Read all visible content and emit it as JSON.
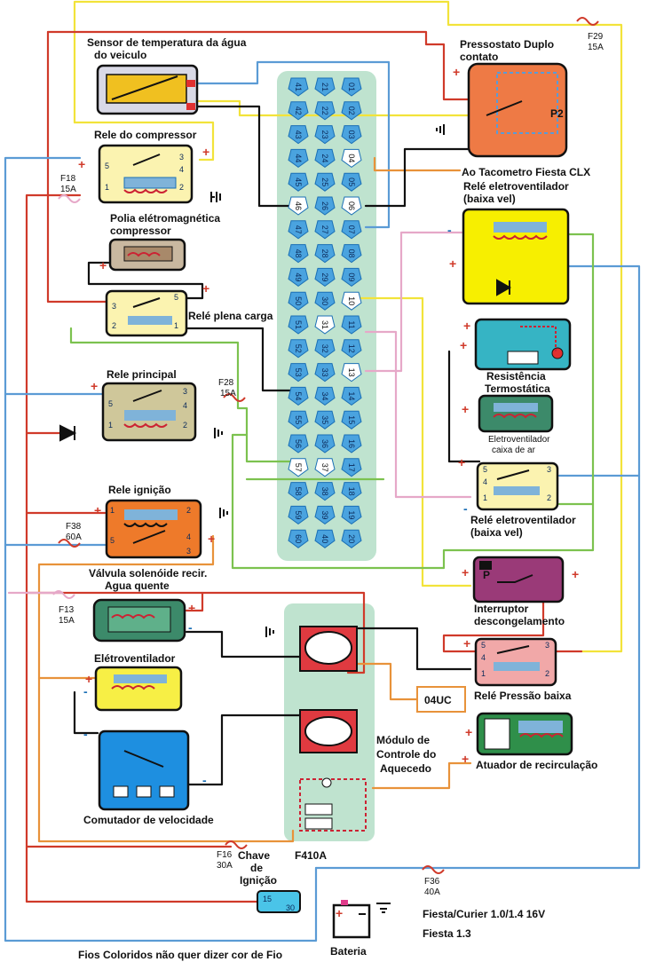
{
  "labels": {
    "sensor_temp": "Sensor de temperatura da água",
    "sensor_temp_2": "do veiculo",
    "rele_compressor": "Rele do compressor",
    "polia": "Polia elétromagnética",
    "polia_2": "compressor",
    "rele_plena": "Relé plena carga",
    "rele_principal": "Rele principal",
    "rele_ignicao": "Rele ignição",
    "valvula": "Válvula solenóide recir.",
    "valvula_2": "Agua quente",
    "eletroventilador": "Elétroventilador",
    "comutador": "Comutador de velocidade",
    "pressostato": "Pressostato Duplo",
    "pressostato_2": "contato",
    "tacometro": "Ao Tacometro Fiesta CLX",
    "rele_eletro_top": "Relé eletroventilador",
    "rele_eletro_top_2": "(baixa vel)",
    "resistencia": "Resistência",
    "resistencia_2": "Termostática",
    "eletro_caixa": "Eletroventilador",
    "eletro_caixa_2": "caixa de ar",
    "rele_eletro_bottom": "Relé eletroventilador",
    "rele_eletro_bottom_2": "(baixa vel)",
    "interruptor": "Interruptor",
    "interruptor_2": "descongelamento",
    "rele_pressao": "Relé Pressão baixa",
    "atuador": "Atuador de recirculação",
    "modulo": "Módulo de",
    "modulo_2": "Controle do",
    "modulo_3": "Aquecedo",
    "code_04uc": "04UC",
    "chave": "Chave",
    "chave_2": "de",
    "chave_3": "Ignição",
    "bateria": "Bateria",
    "model": "Fiesta/Curier 1.0/1.4 16V",
    "model_2": "Fiesta 1.3",
    "footer": "Fios Coloridos não quer dizer cor de Fio",
    "p2": "P2",
    "p_label": "P"
  },
  "fuses": {
    "f29": "F29",
    "f29_a": "15A",
    "f18": "F18",
    "f18_a": "15A",
    "f28": "F28",
    "f28_a": "15A",
    "f38": "F38",
    "f38_a": "60A",
    "f13": "F13",
    "f13_a": "15A",
    "f16": "F16",
    "f16_a": "30A",
    "f410a": "F410A",
    "f36": "F36",
    "f36_a": "40A"
  },
  "connector": {
    "col_left": [
      "41",
      "42",
      "43",
      "44",
      "45",
      "46",
      "47",
      "48",
      "49",
      "50",
      "51",
      "52",
      "53",
      "54",
      "55",
      "56",
      "57",
      "58",
      "59",
      "60"
    ],
    "col_mid": [
      "21",
      "22",
      "23",
      "24",
      "25",
      "26",
      "27",
      "28",
      "29",
      "30",
      "31",
      "32",
      "33",
      "34",
      "35",
      "36",
      "37",
      "38",
      "39",
      "40"
    ],
    "col_right": [
      "01",
      "02",
      "03",
      "04",
      "05",
      "06",
      "07",
      "08",
      "09",
      "10",
      "11",
      "12",
      "13",
      "14",
      "15",
      "16",
      "17",
      "18",
      "19",
      "20"
    ],
    "highlight_left": [
      "46",
      "57"
    ],
    "highlight_mid": [
      "31",
      "37"
    ],
    "highlight_right": [
      "04",
      "06",
      "10",
      "13"
    ]
  },
  "relay_pins": {
    "compressor": [
      "5",
      "3",
      "4",
      "1",
      "2"
    ],
    "plena": [
      "3",
      "5",
      "2",
      "1"
    ],
    "principal": [
      "5",
      "3",
      "4",
      "1",
      "2"
    ],
    "ignicao": [
      "1",
      "2",
      "5",
      "4",
      "3"
    ],
    "eletro_bottom": [
      "5",
      "3",
      "4",
      "1",
      "2"
    ],
    "pressao": [
      "5",
      "3",
      "4",
      "1",
      "2"
    ]
  },
  "switch_pins": [
    "15",
    "30"
  ],
  "colors": {
    "red": "#d03a2a",
    "blue": "#5b9bd5",
    "yellow": "#f2e33a",
    "green": "#7cc24f",
    "orange": "#e8923a",
    "pink": "#e6a8c8",
    "black": "#111111",
    "panel": "#bfe3cf",
    "pin_fill": "#4aa3df",
    "footer_text": "#1a6fb5"
  }
}
